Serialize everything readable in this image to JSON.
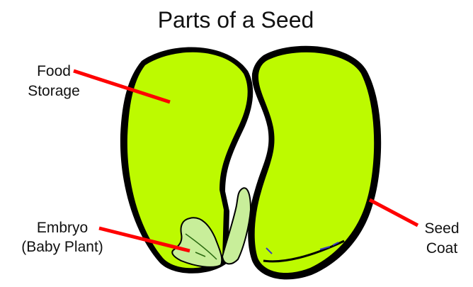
{
  "title": "Parts of a Seed",
  "labels": {
    "food_storage": [
      "Food",
      "Storage"
    ],
    "embryo": [
      "Embryo",
      "(Baby Plant)"
    ],
    "seed_coat": [
      "Seed",
      "Coat"
    ]
  },
  "colors": {
    "cotyledon_fill": "#bdfa00",
    "embryo_fill": "#c8ee9a",
    "seed_coat": "#000000",
    "pointer_line": "#ff0000",
    "title_text": "#111111"
  }
}
